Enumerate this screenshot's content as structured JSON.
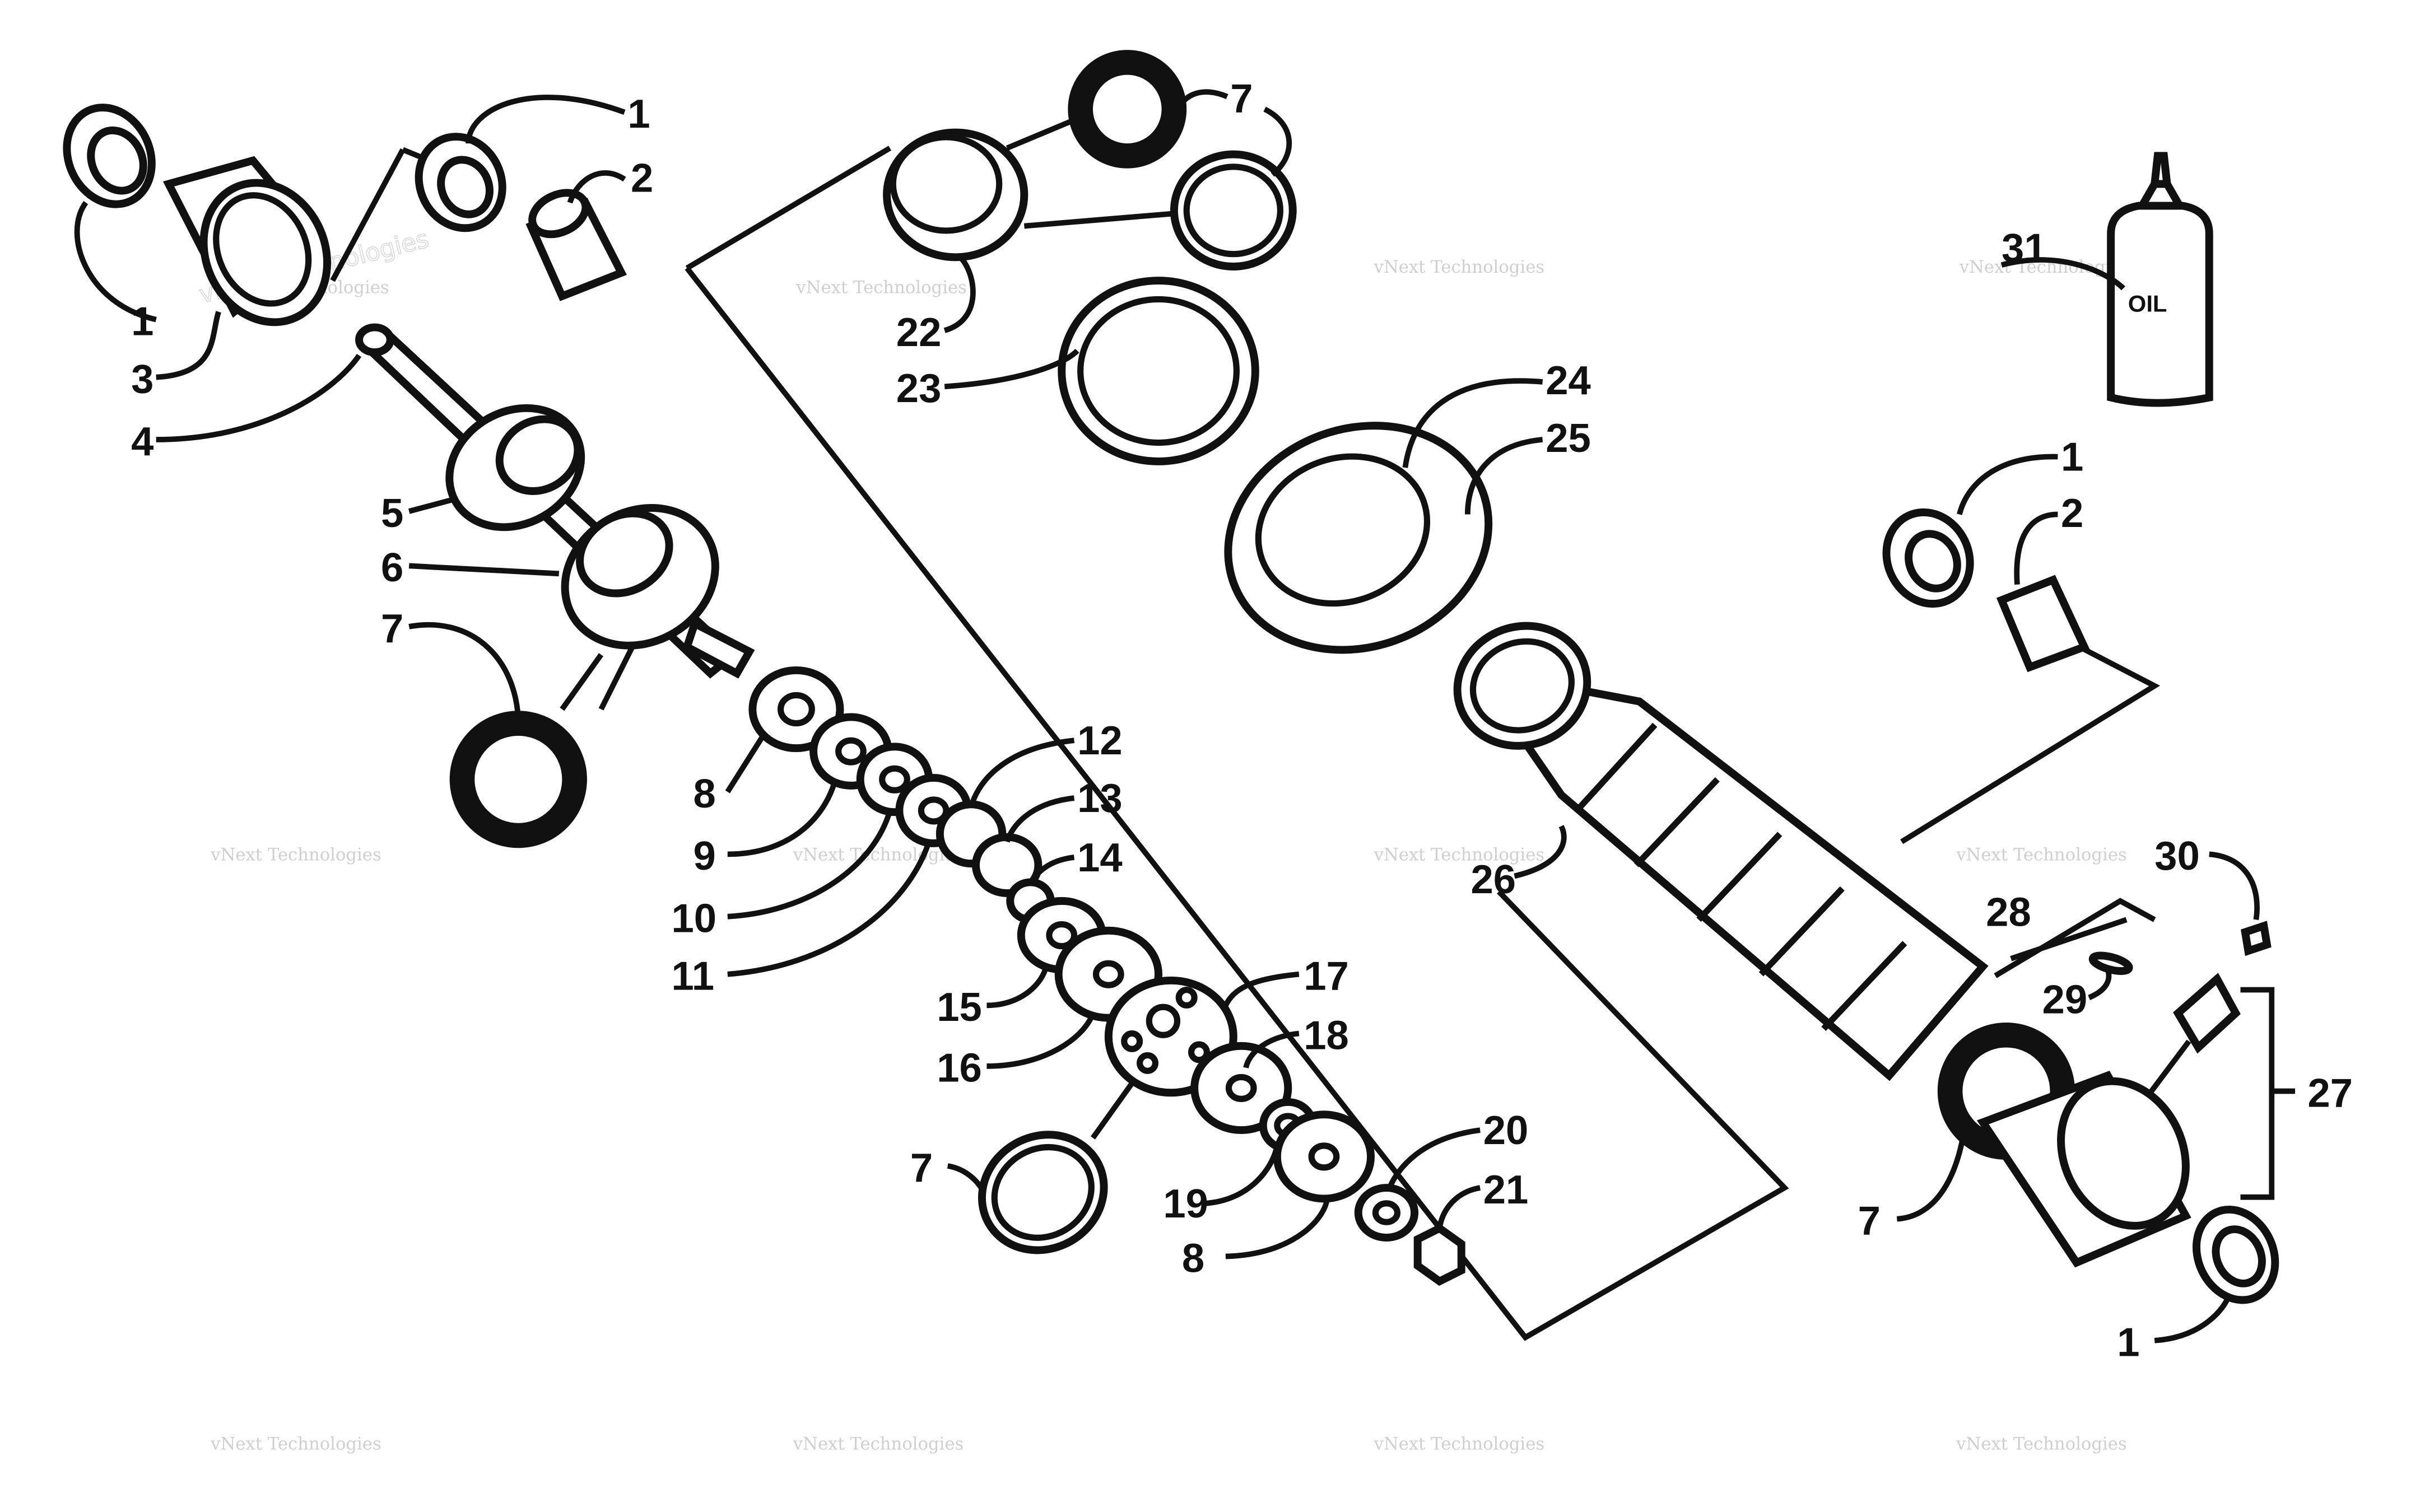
{
  "diagram": {
    "callouts": {
      "c1a": "1",
      "c2a": "2",
      "c1b": "1",
      "c3": "3",
      "c4": "4",
      "c5": "5",
      "c6": "6",
      "c7a": "7",
      "c7b": "7",
      "c22": "22",
      "c23": "23",
      "c24": "24",
      "c25": "25",
      "c31": "31",
      "c1c": "1",
      "c2b": "2",
      "c8a": "8",
      "c9": "9",
      "c10": "10",
      "c11": "11",
      "c12": "12",
      "c13": "13",
      "c14": "14",
      "c15": "15",
      "c16": "16",
      "c17": "17",
      "c18": "18",
      "c7c": "7",
      "c19": "19",
      "c20": "20",
      "c21": "21",
      "c8b": "8",
      "c26": "26",
      "c30": "30",
      "c28": "28",
      "c29": "29",
      "c27": "27",
      "c7d": "7",
      "c1d": "1"
    },
    "oil_label": "OIL",
    "watermark": {
      "line1": "vNext Technologies",
      "line2": "vNext Technologies"
    }
  }
}
